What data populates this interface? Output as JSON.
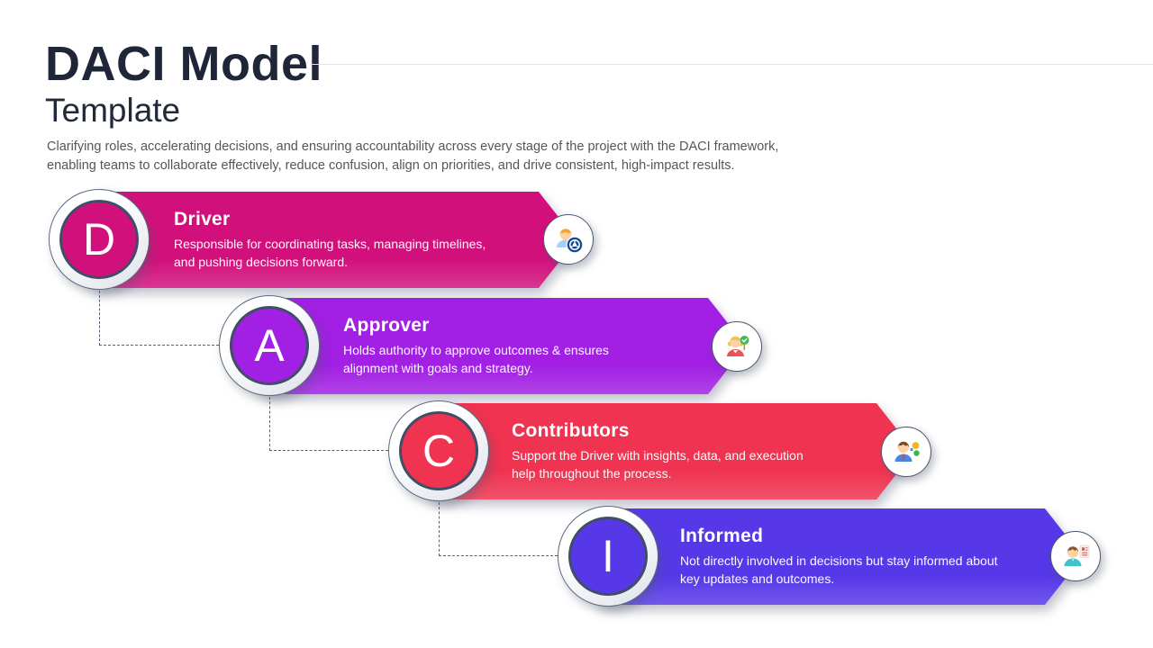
{
  "header": {
    "title": "DACI Model",
    "subtitle_word": "Template",
    "description": "Clarifying roles, accelerating decisions, and ensuring accountability across every stage of the project with the DACI framework,\nenabling teams to collaborate effectively, reduce confusion, align on priorities, and drive consistent, high-impact results."
  },
  "items": [
    {
      "letter": "D",
      "title": "Driver",
      "description": "Responsible for coordinating tasks, managing timelines,\nand pushing decisions forward.",
      "color": "#D2107C",
      "icon": "driver-steering-wheel-icon"
    },
    {
      "letter": "A",
      "title": "Approver",
      "description": "Holds authority to approve outcomes & ensures\nalignment with goals and strategy.",
      "color": "#A120E4",
      "icon": "approver-checkmark-icon"
    },
    {
      "letter": "C",
      "title": "Contributors",
      "description": "Support the Driver with insights, data, and execution\nhelp throughout the process.",
      "color": "#EF3350",
      "icon": "contributors-insights-icon"
    },
    {
      "letter": "I",
      "title": "Informed",
      "description": "Not directly involved in decisions but stay informed about\nkey updates and outcomes.",
      "color": "#5638E8",
      "icon": "informed-updates-icon"
    }
  ],
  "colors": {
    "background": "#ffffff",
    "title_text": "#1e2637",
    "body_text": "#54565c",
    "outline_navy": "#3f4e66",
    "divider": "#e4e4e8"
  }
}
